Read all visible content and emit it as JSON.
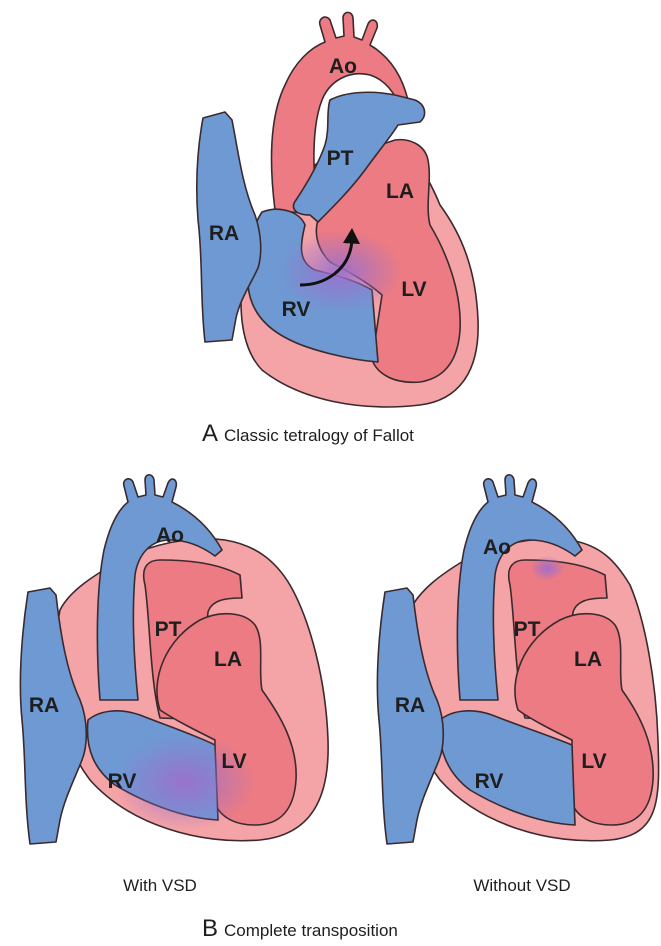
{
  "colors": {
    "deoxygenated_blue": "#6e99d3",
    "oxygenated_red": "#ec7b83",
    "heart_wall_pink": "#f4a3a6",
    "outline": "#3a2a2e",
    "mixing_purple": "#9b70cc"
  },
  "panel_a": {
    "labels": {
      "ao": "Ao",
      "pt": "PT",
      "ra": "RA",
      "la": "LA",
      "rv": "RV",
      "lv": "LV"
    },
    "caption_letter": "A",
    "caption_text": "Classic tetralogy of Fallot",
    "shunt_arrow": "curved-arrow-icon"
  },
  "panel_b": {
    "caption_letter": "B",
    "caption_text": "Complete transposition",
    "with_vsd": {
      "labels": {
        "ao": "Ao",
        "pt": "PT",
        "ra": "RA",
        "la": "LA",
        "rv": "RV",
        "lv": "LV"
      },
      "caption": "With VSD"
    },
    "without_vsd": {
      "labels": {
        "ao": "Ao",
        "pt": "PT",
        "ra": "RA",
        "la": "LA",
        "rv": "RV",
        "lv": "LV"
      },
      "caption": "Without VSD"
    }
  }
}
